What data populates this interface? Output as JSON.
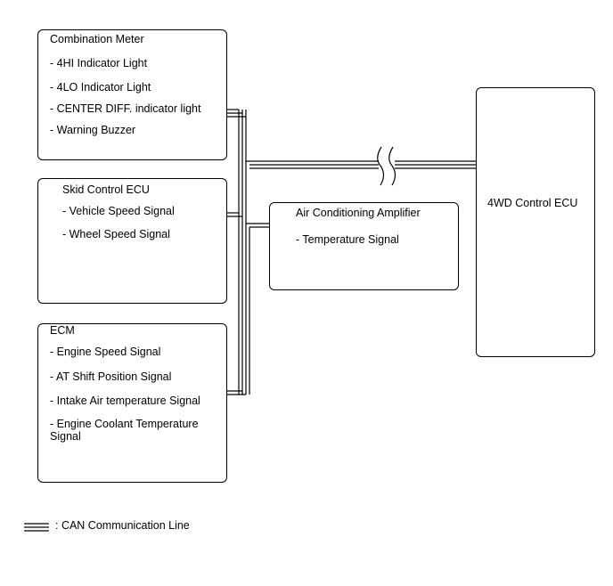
{
  "combination_meter": {
    "title": "Combination Meter",
    "items": [
      "- 4HI Indicator Light",
      "- 4LO Indicator Light",
      "- CENTER DIFF. indicator light",
      "- Warning Buzzer"
    ]
  },
  "skid_control_ecu": {
    "title": "Skid Control ECU",
    "items": [
      "- Vehicle Speed Signal",
      "- Wheel Speed Signal"
    ]
  },
  "ecm": {
    "title": "ECM",
    "items": [
      "- Engine Speed Signal",
      "- AT Shift Position Signal",
      "- Intake Air temperature Signal",
      "- Engine Coolant Temperature Signal"
    ]
  },
  "air_conditioning_amplifier": {
    "title": "Air Conditioning Amplifier",
    "items": [
      "- Temperature Signal"
    ]
  },
  "control_ecu_4wd": {
    "title": "4WD Control ECU"
  },
  "legend": {
    "label": ": CAN Communication Line"
  }
}
